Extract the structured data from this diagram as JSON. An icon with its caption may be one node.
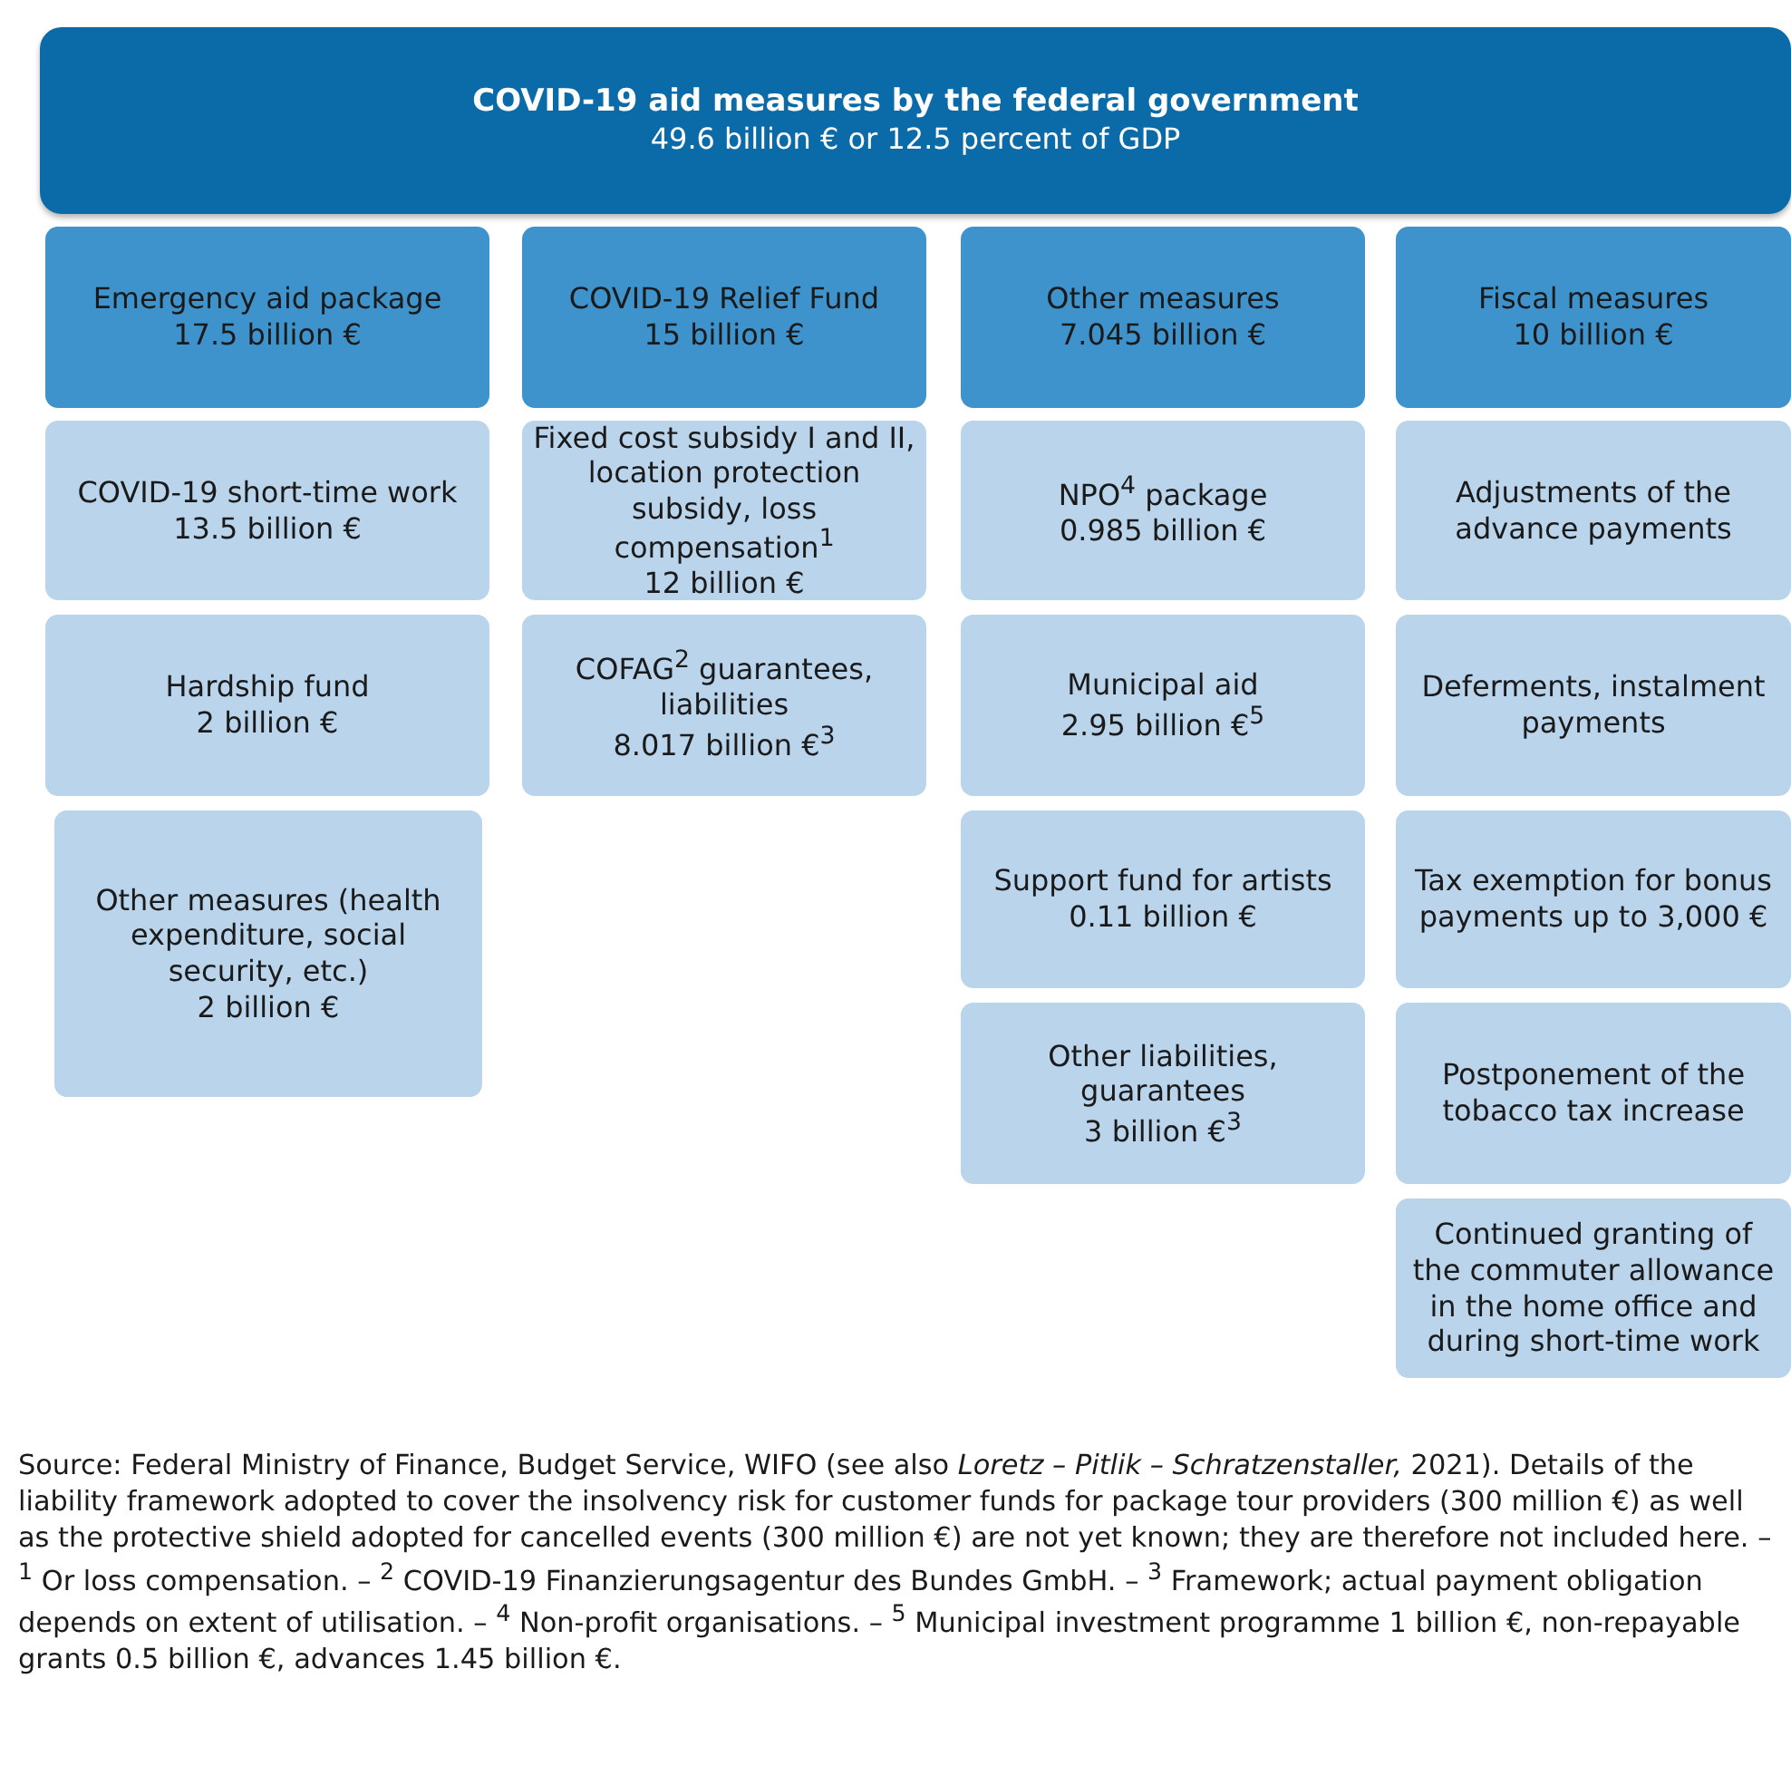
{
  "diagram": {
    "nodes": [
      {
        "text": [
          "COVID-19 aid measures by the federal government",
          "49.6 billion € or 12.5 percent of GDP"
        ]
      },
      {
        "text": [
          "Emergency aid package",
          "17.5 billion €"
        ]
      },
      {
        "text": [
          "COVID-19 Relief Fund",
          "15 billion €"
        ]
      },
      {
        "text": [
          "Other measures",
          "7.045 billion €"
        ]
      },
      {
        "text": [
          "Fiscal measures",
          "10 billion €"
        ]
      },
      {
        "text": [
          "COVID-19 short-time work",
          "13.5 billion €"
        ]
      },
      {
        "text": [
          "Fixed cost subsidy I and II, location protection subsidy, loss compensation$^{1}$",
          "12 billion €"
        ]
      },
      {
        "text": [
          "NPO$^{4}$ package",
          "0.985 billion €"
        ]
      },
      {
        "text": [
          "Adjustments of the advance payments"
        ]
      },
      {
        "text": [
          "Hardship fund",
          "2 billion €"
        ]
      },
      {
        "text": [
          "COFAG$^{2}$ guarantees, liabilities",
          "8.017 billion €$^{3}$"
        ]
      },
      {
        "text": [
          "Municipal aid",
          "2.95 billion €$^{5}$"
        ]
      },
      {
        "text": [
          "Deferments, instalment payments"
        ]
      },
      {
        "text": [
          "Other measures (health expenditure, social security, etc.)",
          "2 billion €"
        ]
      },
      {
        "text": [
          "Support fund for artists",
          "0.11 billion €"
        ]
      },
      {
        "text": [
          "Tax exemption for bonus payments up to 3,000 €"
        ]
      },
      {
        "text": [
          "Other liabilities, guarantees",
          "3 billion €$^{3}$"
        ]
      },
      {
        "text": [
          "Postponement of the tobacco tax increase"
        ]
      },
      {
        "text": [
          "Continued granting of the commuter allowance in the home office and during short-time work"
        ]
      }
    ],
    "labels": [
      "Source: Federal Ministry of Finance, Budget Service, WIFO (see also *Loretz – Pitlik – Schratzenstaller,* 2021). Details of the liability framework adopted to cover the insolvency risk for customer funds for package tour providers (300 million €) as well as the protective shield adopted for cancelled events (300 million €) are not yet known; they are therefore not included here. – $^{1}$ Or loss compensation. – $^{2}$ COVID-19 Finanzierungsagentur des Bundes GmbH. – $^{3}$ Framework; actual payment obligation depends on extent of utilisation. – $^{4}$ Non-profit organisations. – $^{5}$ Municipal investment programme 1 billion €, non-repayable grants 0.5 billion €, advances 1.45 billion €."
    ]
  }
}
